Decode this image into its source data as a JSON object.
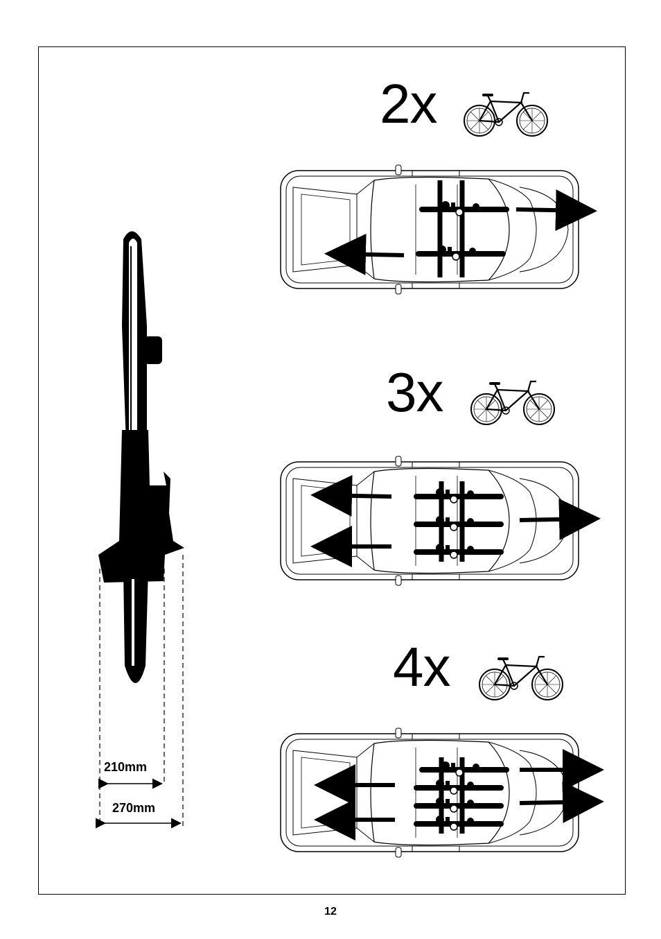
{
  "configs": [
    {
      "count_label": "2x",
      "icon": "bicycle-icon"
    },
    {
      "count_label": "3x",
      "icon": "bicycle-icon"
    },
    {
      "count_label": "4x",
      "icon": "bicycle-icon"
    }
  ],
  "dimensions": {
    "inner": "210mm",
    "outer": "270mm"
  },
  "page_number": "12"
}
